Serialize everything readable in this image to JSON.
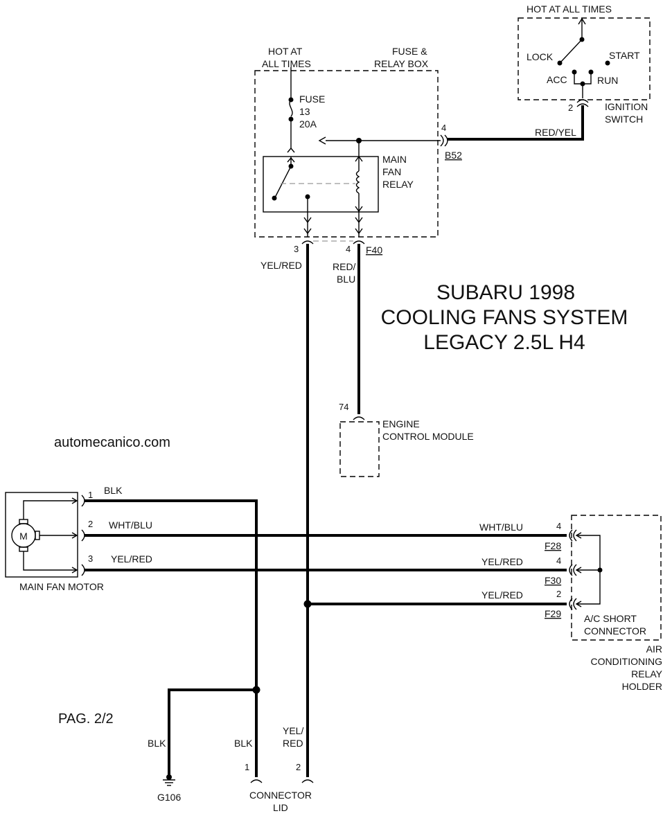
{
  "title": {
    "line1": "SUBARU 1998",
    "line2": "COOLING FANS SYSTEM",
    "line3": "LEGACY 2.5L H4"
  },
  "website": "automecanico.com",
  "page": "PAG. 2/2",
  "ignition": {
    "hot": "HOT AT ALL TIMES",
    "lock": "LOCK",
    "start": "START",
    "acc": "ACC",
    "run": "RUN",
    "pin": "2",
    "label_line1": "IGNITION",
    "label_line2": "SWITCH",
    "wire": "RED/YEL"
  },
  "fuse_box": {
    "hot_line1": "HOT AT",
    "hot_line2": "ALL TIMES",
    "box_line1": "FUSE &",
    "box_line2": "RELAY BOX",
    "fuse_line1": "FUSE",
    "fuse_line2": "13",
    "fuse_line3": "20A",
    "relay_line1": "MAIN",
    "relay_line2": "FAN",
    "relay_line3": "RELAY",
    "pin_b52": "4",
    "conn_b52": "B52",
    "pin_3": "3",
    "pin_4": "4",
    "conn_f40": "F40"
  },
  "wires": {
    "yel_red": "YEL/RED",
    "red_blu_1": "RED/",
    "red_blu_2": "BLU"
  },
  "ecm": {
    "pin": "74",
    "label_line1": "ENGINE",
    "label_line2": "CONTROL MODULE"
  },
  "motor": {
    "symbol": "M",
    "label": "MAIN FAN MOTOR",
    "pin1": "1",
    "pin2": "2",
    "pin3": "3",
    "wire1": "BLK",
    "wire2": "WHT/BLU",
    "wire3": "YEL/RED"
  },
  "ac": {
    "wire_f28": "WHT/BLU",
    "pin_f28": "4",
    "conn_f28": "F28",
    "wire_f30": "YEL/RED",
    "pin_f30": "4",
    "conn_f30": "F30",
    "wire_f29": "YEL/RED",
    "pin_f29": "2",
    "conn_f29": "F29",
    "short_line1": "A/C SHORT",
    "short_line2": "CONNECTOR",
    "holder_line1": "AIR",
    "holder_line2": "CONDITIONING",
    "holder_line3": "RELAY",
    "holder_line4": "HOLDER"
  },
  "ground": {
    "wire": "BLK",
    "label": "G106"
  },
  "lid": {
    "wire1": "BLK",
    "pin1": "1",
    "wire2_line1": "YEL/",
    "wire2_line2": "RED",
    "pin2": "2",
    "label_line1": "CONNECTOR",
    "label_line2": "LID"
  }
}
